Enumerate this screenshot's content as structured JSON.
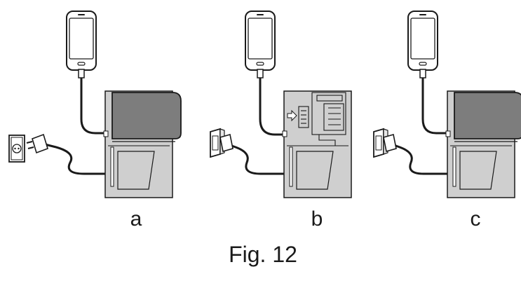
{
  "panels": [
    {
      "label": "a",
      "state": "charger-with-battery-unplugged"
    },
    {
      "label": "b",
      "state": "charger-without-battery-plugged"
    },
    {
      "label": "c",
      "state": "charger-with-battery-plugged"
    }
  ],
  "caption": "Fig. 12",
  "colors": {
    "line": "#1a1a1a",
    "charger_body": "#cfcfcf",
    "battery": "#7d7d7d",
    "phone_fill": "#ffffff"
  }
}
